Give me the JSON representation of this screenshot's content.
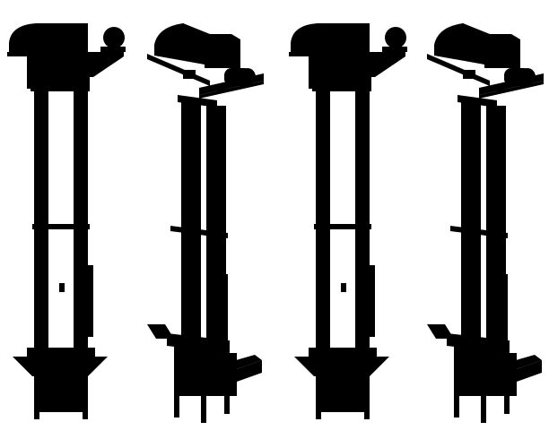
{
  "colors": {
    "beige": "#d5dcb2",
    "beige_edge": "#bcc59a",
    "black": "#1c1c1c",
    "white": "#ffffff",
    "blue": "#1f2fd6",
    "blue_dark": "#0d1a9a"
  },
  "variants": [
    {
      "name": "front-view-colored",
      "view": "front",
      "body_color": "#d5dcb2",
      "motor_color": "#1f2fd6"
    },
    {
      "name": "isometric-view-colored",
      "view": "isometric",
      "body_color": "#d5dcb2",
      "motor_color": "#1f2fd6"
    },
    {
      "name": "front-view-silhouette",
      "view": "front",
      "body_color": "#1c1c1c",
      "motor_color": "#1c1c1c"
    },
    {
      "name": "isometric-view-silhouette",
      "view": "isometric",
      "body_color": "#1c1c1c",
      "motor_color": "#1c1c1c"
    }
  ]
}
